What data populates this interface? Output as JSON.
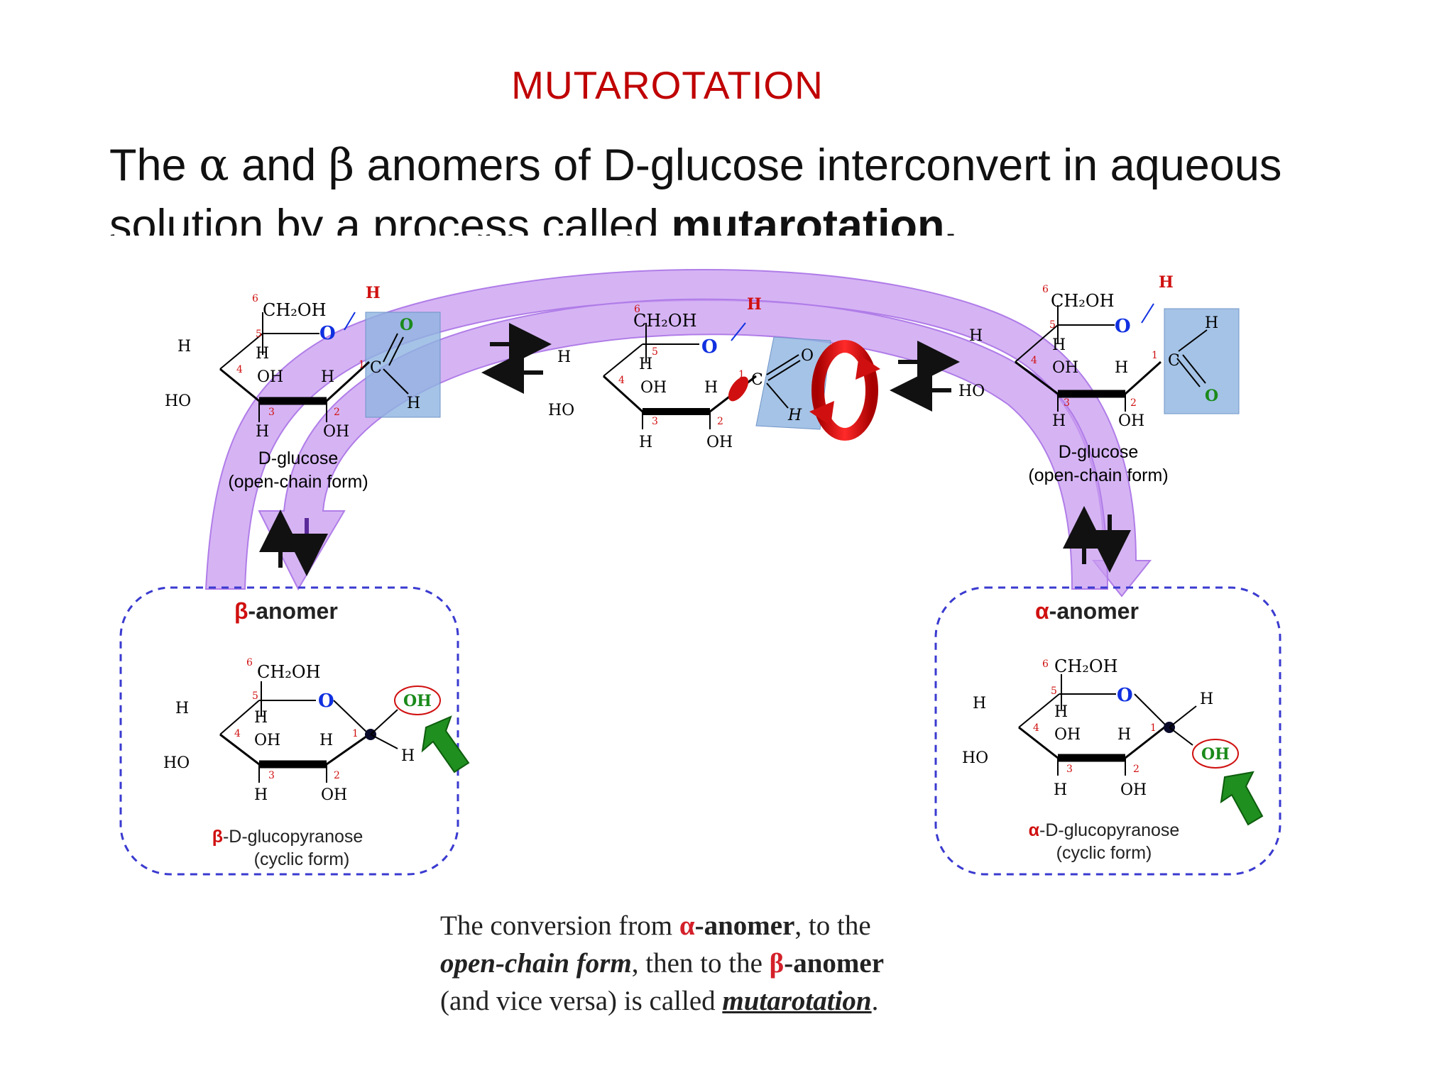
{
  "slide": {
    "title": "MUTAROTATION",
    "subtitle": {
      "part1": "The ",
      "alpha": "α",
      "part2": " and ",
      "beta": "β",
      "part3": " anomers of D-glucose interconvert in aqueous solution by a process called ",
      "bold": "mutarotation."
    }
  },
  "diagram": {
    "left_open_chain": {
      "label_line1": "D-glucose",
      "label_line2": "(open-chain form)"
    },
    "right_open_chain": {
      "label_line1": "D-glucose",
      "label_line2": "(open-chain form)"
    },
    "beta_box": {
      "heading_symbol": "β",
      "heading_rest": "-anomer",
      "name_symbol": "β",
      "name_rest": "-D-glucopyranose",
      "form": "(cyclic form)"
    },
    "alpha_box": {
      "heading_symbol": "α",
      "heading_rest": "-anomer",
      "name_symbol": "α",
      "name_rest": "-D-glucopyranose",
      "form": "(cyclic form)"
    },
    "atoms": {
      "ch2oh": "CH₂OH",
      "o": "O",
      "h": "H",
      "oh": "OH",
      "ho": "HO",
      "c": "C"
    },
    "carbon_numbers": [
      "1",
      "2",
      "3",
      "4",
      "5",
      "6"
    ]
  },
  "caption": {
    "l1a": "The conversion from ",
    "l1b": "α",
    "l1c": "-anomer",
    "l1d": ", to the",
    "l2a": "open-chain form",
    "l2b": ", then to the ",
    "l2c": "β",
    "l2d": "-anomer",
    "l3a": "(and vice versa) is called ",
    "l3b": "mutarotation",
    "l3c": "."
  },
  "colors": {
    "title": "#c00000",
    "arrow_band": "#c89bf0",
    "aldehyde_box": "#8fb4e0",
    "oxygen_blue": "#1030e0",
    "oxygen_green": "#1a8a1a",
    "red_h": "#d01010",
    "box_border": "#3a3ad0",
    "green_arrow": "#1f8f1f"
  }
}
